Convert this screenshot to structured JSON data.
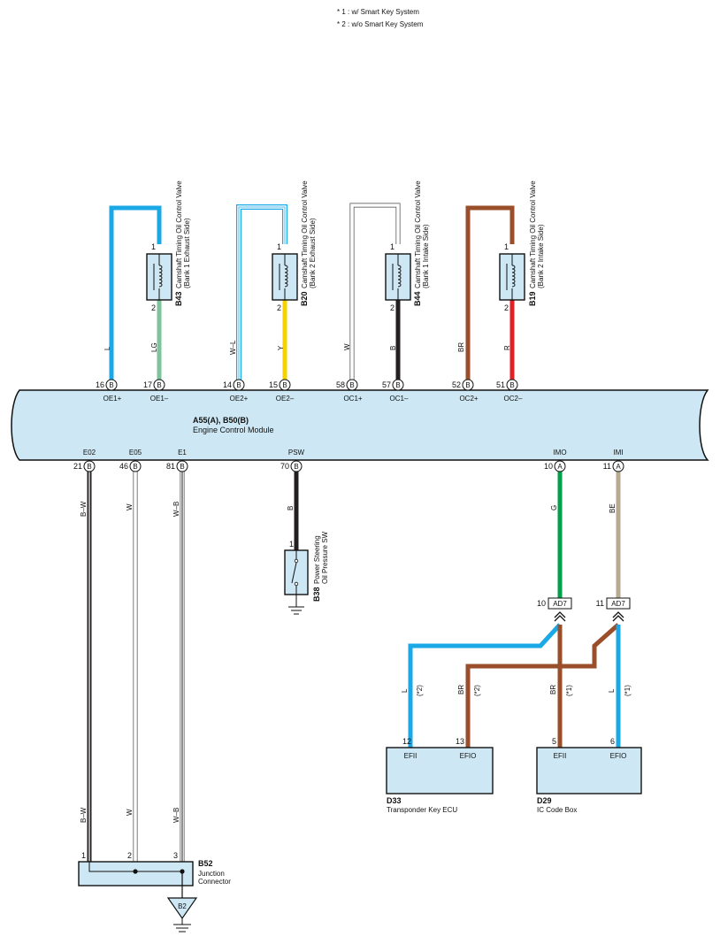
{
  "notes": [
    "* 1 : w/ Smart Key System",
    "* 2 : w/o Smart Key System"
  ],
  "ecm": {
    "code": "A55(A), B50(B)",
    "name": "Engine Control Module"
  },
  "top_pins": [
    {
      "num": "16",
      "conn": "B",
      "sig": "OE1+"
    },
    {
      "num": "17",
      "conn": "B",
      "sig": "OE1–"
    },
    {
      "num": "14",
      "conn": "B",
      "sig": "OE2+"
    },
    {
      "num": "15",
      "conn": "B",
      "sig": "OE2–"
    },
    {
      "num": "58",
      "conn": "B",
      "sig": "OC1+"
    },
    {
      "num": "57",
      "conn": "B",
      "sig": "OC1–"
    },
    {
      "num": "52",
      "conn": "B",
      "sig": "OC2+"
    },
    {
      "num": "51",
      "conn": "B",
      "sig": "OC2–"
    }
  ],
  "bottom_pins": [
    {
      "num": "21",
      "conn": "B",
      "sig": "E02"
    },
    {
      "num": "46",
      "conn": "B",
      "sig": "E05"
    },
    {
      "num": "81",
      "conn": "B",
      "sig": "E1"
    },
    {
      "num": "70",
      "conn": "B",
      "sig": "PSW"
    },
    {
      "num": "10",
      "conn": "A",
      "sig": "IMO"
    },
    {
      "num": "11",
      "conn": "A",
      "sig": "IMI"
    }
  ],
  "valves": [
    {
      "code": "B43",
      "line1": "Camshaft Timing Oil Control Valve",
      "line2": "(Bank 1 Exhaust Side)",
      "pin1": "1",
      "pin2": "2"
    },
    {
      "code": "B20",
      "line1": "Camshaft Timing Oil Control Valve",
      "line2": "(Bank 2 Exhaust Side)",
      "pin1": "1",
      "pin2": "2"
    },
    {
      "code": "B44",
      "line1": "Camshaft Timing Oil Control Valve",
      "line2": "(Bank 1 Intake Side)",
      "pin1": "1",
      "pin2": "2"
    },
    {
      "code": "B19",
      "line1": "Camshaft Timing Oil Control Valve",
      "line2": "(Bank 2 Intake Side)",
      "pin1": "1",
      "pin2": "2"
    }
  ],
  "wire_labels": {
    "oe1p": "L",
    "oe1m": "LG",
    "oe2p": "W–L",
    "oe2m": "Y",
    "oc1p": "W",
    "oc1m": "B",
    "oc2p": "BR",
    "oc2m": "R",
    "e02": "B–W",
    "e05": "W",
    "e1": "W–B",
    "psw": "B",
    "imo": "G",
    "imi": "BE",
    "e02_low": "B–W",
    "e05_low": "W",
    "e1_low": "W–B",
    "d33_l": "L",
    "d33_l_note": "(*2)",
    "d33_br": "BR",
    "d33_br_note": "(*2)",
    "d29_br": "BR",
    "d29_br_note": "(*1)",
    "d29_l": "L",
    "d29_l_note": "(*1)"
  },
  "colors": {
    "blue": "#1ba8e6",
    "light_green": "#7ec49a",
    "yellow": "#f5d200",
    "black": "#231f20",
    "brown": "#9a4e2a",
    "red": "#e12126",
    "green": "#00a14b",
    "beige": "#b7a992",
    "component_fill": "#cde8f4",
    "ecm_fill": "#cde8f4"
  },
  "ps_switch": {
    "code": "B38",
    "line1": "Power Steering",
    "line2": "Oil Pressure SW",
    "pin": "1"
  },
  "ad7": {
    "code": "AD7",
    "pins": [
      "10",
      "11"
    ]
  },
  "d33": {
    "code": "D33",
    "name": "Transponder Key ECU",
    "pins": [
      "12",
      "13"
    ],
    "labels": [
      "EFII",
      "EFIO"
    ]
  },
  "d29": {
    "code": "D29",
    "name": "IC Code Box",
    "pins": [
      "5",
      "6"
    ],
    "labels": [
      "EFII",
      "EFIO"
    ]
  },
  "junction": {
    "code": "B52",
    "line1": "Junction",
    "line2": "Connector",
    "pins": [
      "1",
      "2",
      "3"
    ]
  },
  "ground": {
    "code": "B2"
  }
}
